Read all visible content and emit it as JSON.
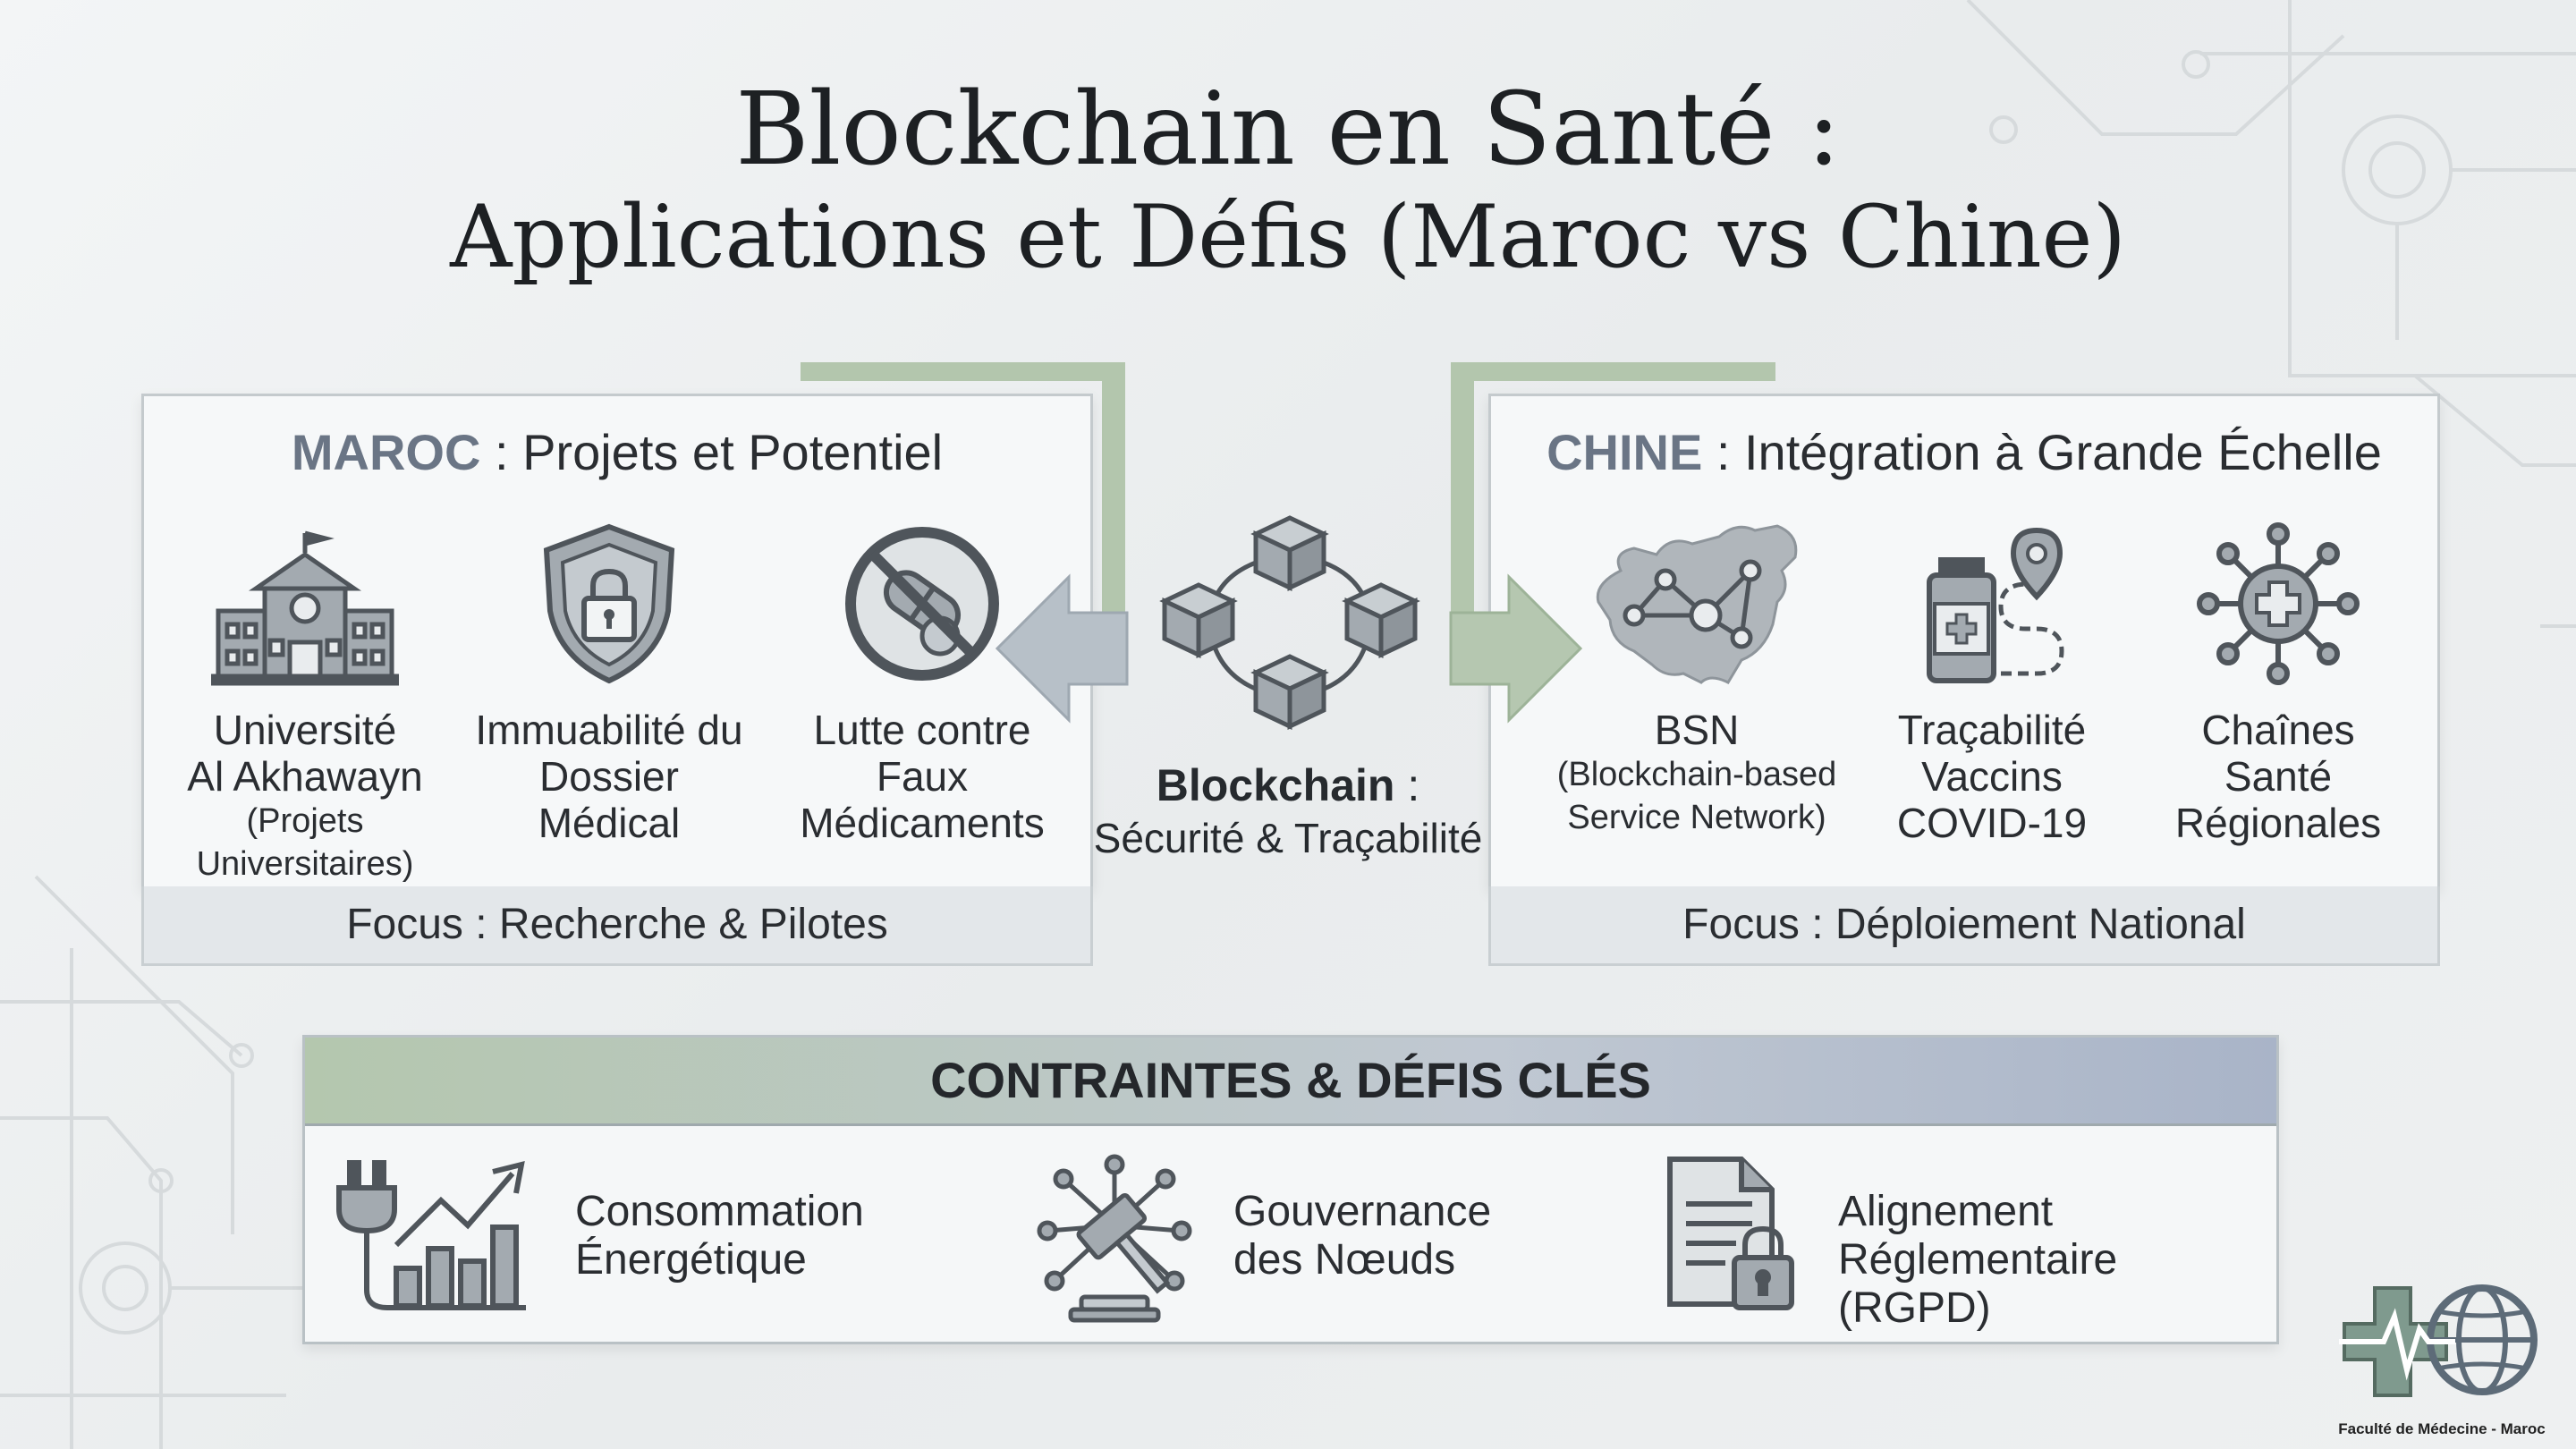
{
  "title": {
    "line1": "Blockchain en Santé :",
    "line2": "Applications et Défis (Maroc vs Chine)"
  },
  "maroc": {
    "heading_bold": "MAROC",
    "heading_rest": " : Projets et Potentiel",
    "items": [
      {
        "icon": "university-building-icon",
        "label_1": "Université",
        "label_2": "Al Akhawayn",
        "sub": "(Projets Universitaires)"
      },
      {
        "icon": "shield-lock-icon",
        "label_1": "Immuabilité du",
        "label_2": "Dossier",
        "label_3": "Médical"
      },
      {
        "icon": "no-pills-icon",
        "label_1": "Lutte contre",
        "label_2": "Faux",
        "label_3": "Médicaments"
      }
    ],
    "focus": "Focus : Recherche & Pilotes"
  },
  "center": {
    "icon": "blockchain-network-icon",
    "label_bold": "Blockchain",
    "label_colon": " :",
    "label_sub": "Sécurité & Traçabilité"
  },
  "chine": {
    "heading_bold": "CHINE",
    "heading_rest": " : Intégration à Grande Échelle",
    "items": [
      {
        "icon": "china-map-network-icon",
        "label_1": "BSN",
        "sub_1": "(Blockchain-based",
        "sub_2": "Service Network)"
      },
      {
        "icon": "vaccine-trace-icon",
        "label_1": "Traçabilité",
        "label_2": "Vaccins",
        "label_3": "COVID-19"
      },
      {
        "icon": "health-network-icon",
        "label_1": "Chaînes",
        "label_2": "Santé",
        "label_3": "Régionales"
      }
    ],
    "focus": "Focus : Déploiement National"
  },
  "constraints": {
    "heading": "CONTRAINTES & DÉFIS CLÉS",
    "items": [
      {
        "icon": "energy-plug-chart-icon",
        "line_1": "Consommation",
        "line_2": "Énergétique"
      },
      {
        "icon": "gavel-network-icon",
        "line_1": "Gouvernance",
        "line_2": "des Nœuds"
      },
      {
        "icon": "document-lock-icon",
        "line_1": "Alignement",
        "line_2": "Réglementaire (RGPD)"
      }
    ]
  },
  "logo": {
    "icon": "medical-globe-logo",
    "text": "Faculté de Médecine - Maroc"
  },
  "colors": {
    "accent_green": "#a9bfa2",
    "accent_blue_gray": "#6a7585",
    "panel_bg": "#f6f8f9",
    "icon_stroke": "#4f555b",
    "icon_fill": "#a3aab0"
  }
}
